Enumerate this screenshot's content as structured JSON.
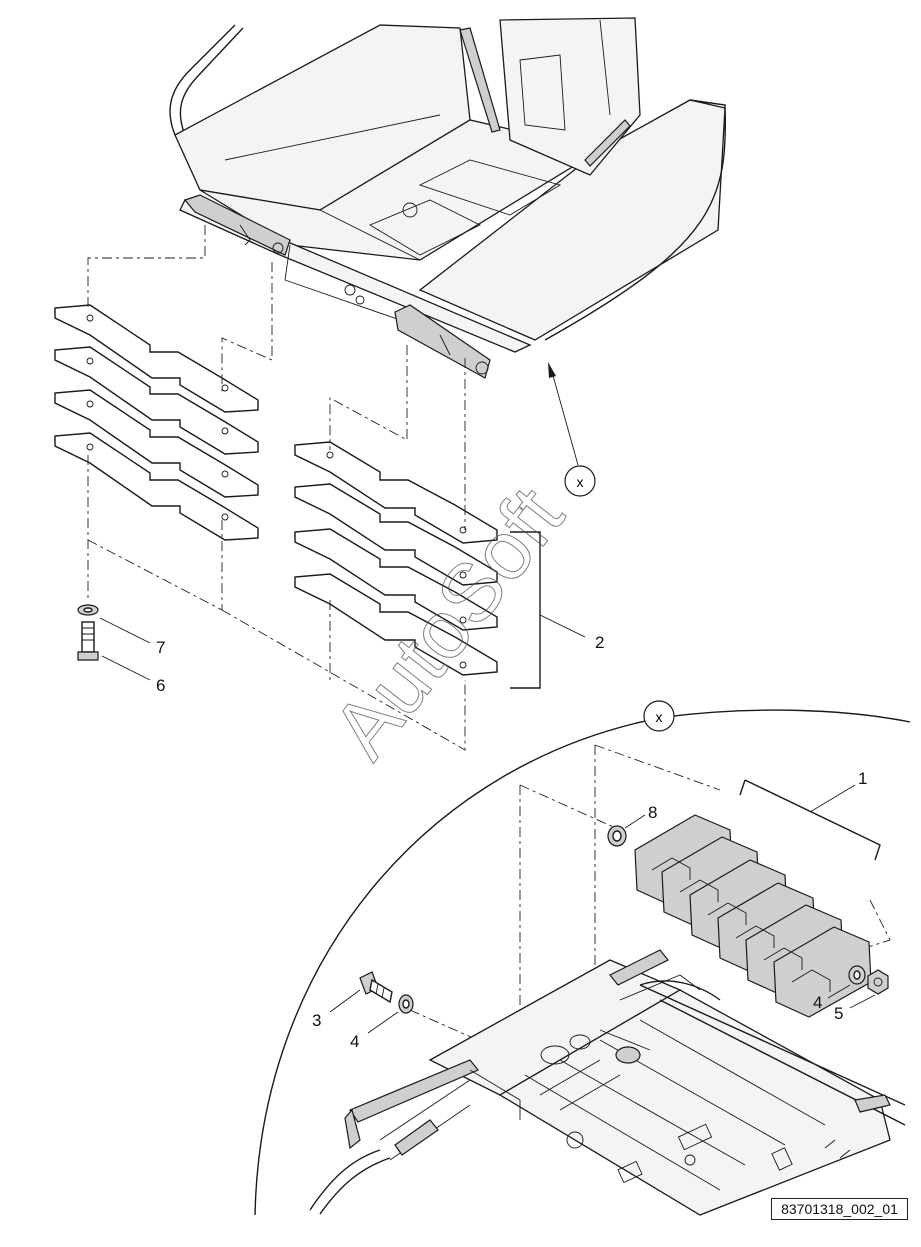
{
  "callouts": {
    "c1": "1",
    "c2": "2",
    "c3": "3",
    "c4a": "4",
    "c4b": "4",
    "c5": "5",
    "c6": "6",
    "c7": "7",
    "c8": "8"
  },
  "detail_marker": {
    "top": "x",
    "bottom": "x"
  },
  "watermark": "AutoSoft",
  "reference_code": "83701318_002_01",
  "colors": {
    "line": "#1a1a1a",
    "panel": "#f2f2f2",
    "shade": "#d9d9d9"
  }
}
